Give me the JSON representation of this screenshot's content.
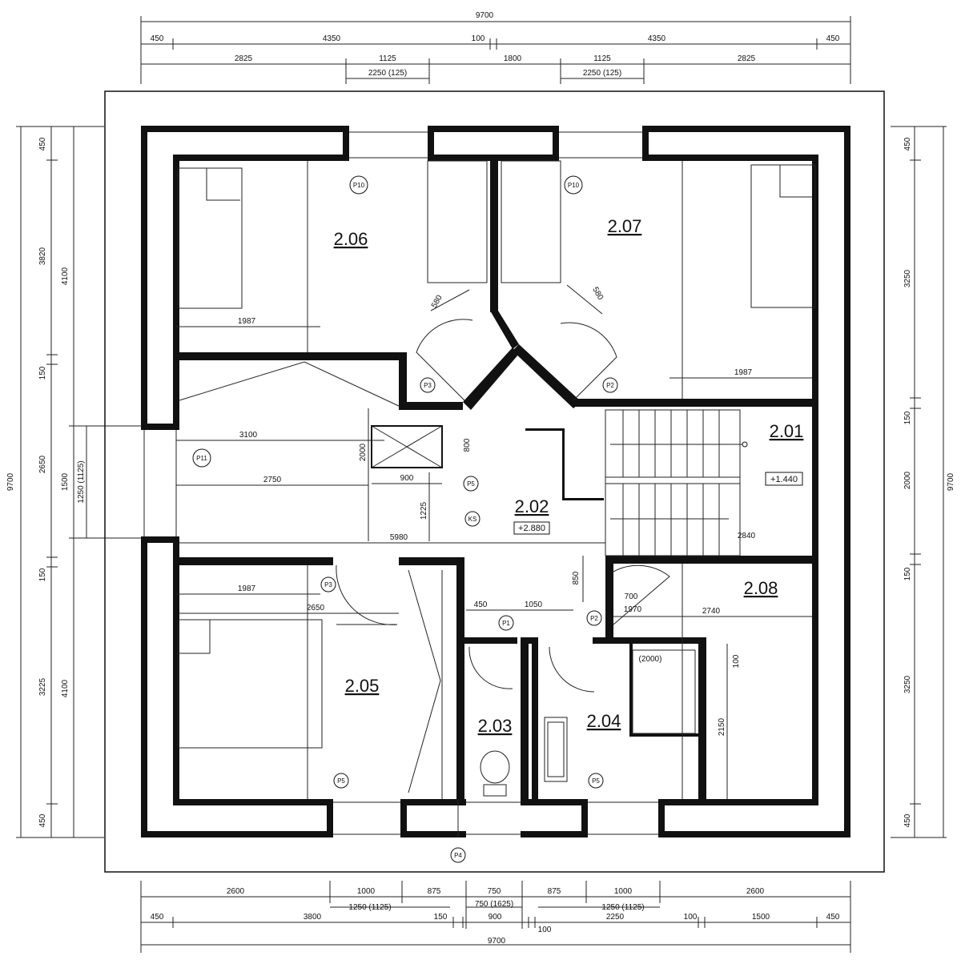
{
  "dimensions": {
    "top_total": "9700",
    "top_row1": [
      "450",
      "4350",
      "100",
      "4350",
      "450"
    ],
    "top_row2": [
      "2825",
      "1125",
      "1800",
      "1125",
      "2825"
    ],
    "top_row3": [
      "2250 (125)",
      "2250 (125)"
    ],
    "bottom_row1": [
      "2600",
      "1000",
      "875",
      "750",
      "875",
      "1000",
      "2600"
    ],
    "bottom_row2": [
      "1250 (1125)",
      "750 (1625)",
      "1250 (1125)"
    ],
    "bottom_row3": [
      "450",
      "3800",
      "150",
      "900",
      "100",
      "2250",
      "100",
      "1500",
      "450"
    ],
    "bottom_total": "9700",
    "left_total": "9700",
    "left_segments": [
      "450",
      "3820",
      "150",
      "2650",
      "150",
      "3225",
      "450"
    ],
    "left_inner": [
      "4100",
      "1500",
      "4100"
    ],
    "left_extra": "1250 (1125)",
    "right_total": "9700",
    "right_segments": [
      "450",
      "3250",
      "150",
      "2000",
      "150",
      "3250",
      "450"
    ]
  },
  "rooms": [
    {
      "id": "2.06"
    },
    {
      "id": "2.07"
    },
    {
      "id": "2.01"
    },
    {
      "id": "2.02"
    },
    {
      "id": "2.08"
    },
    {
      "id": "2.05"
    },
    {
      "id": "2.03"
    },
    {
      "id": "2.04"
    }
  ],
  "levels": {
    "stair": "+1.440",
    "hall": "+2.880"
  },
  "inner_dims": {
    "d1987a": "1987",
    "d1987b": "1987",
    "d1987c": "1987",
    "d3100": "3100",
    "d2750": "2750",
    "d5980": "5980",
    "d2650": "2650",
    "d2740": "2740",
    "d2840": "2840",
    "d900": "900",
    "d2000": "2000",
    "d1225": "1225",
    "d450": "450",
    "d1050": "1050",
    "d700": "700",
    "d1970": "1970",
    "d850": "850",
    "d2150": "2150",
    "d100": "100",
    "d2000b": "(2000)",
    "d800": "800",
    "d580a": "580",
    "d580b": "580"
  },
  "tags": [
    "P10",
    "P10",
    "P3",
    "P2",
    "P11",
    "P5",
    "KS",
    "P3",
    "P1",
    "P2",
    "P5",
    "P5",
    "P4"
  ]
}
